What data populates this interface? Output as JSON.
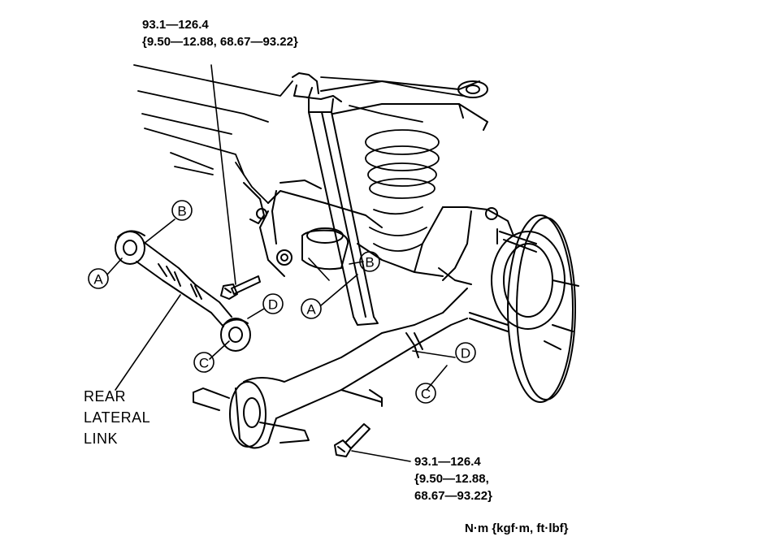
{
  "torque_top": {
    "line1": "93.1—126.4",
    "line2": "{9.50—12.88, 68.67—93.22}"
  },
  "torque_bottom": {
    "line1": "93.1—126.4",
    "line2": "{9.50—12.88,",
    "line3": "68.67—93.22}"
  },
  "part_label": {
    "line1": "REAR",
    "line2": "LATERAL",
    "line3": "LINK"
  },
  "units_note": "N·m {kgf·m, ft·lbf}",
  "callouts": {
    "a_left": "A",
    "b_left": "B",
    "c_left": "C",
    "d_left": "D",
    "a_right": "A",
    "b_right": "B",
    "c_right": "C",
    "d_right": "D"
  }
}
